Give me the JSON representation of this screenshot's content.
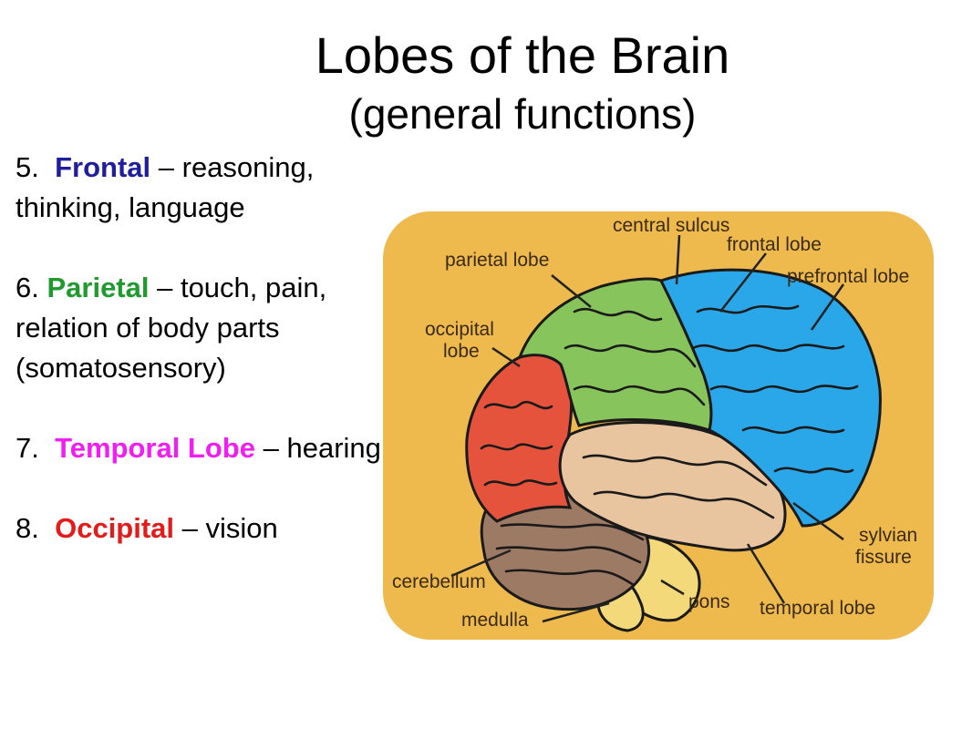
{
  "title": "Lobes of the Brain",
  "subtitle": "(general functions)",
  "items": [
    {
      "num": "5.  ",
      "term": "Frontal",
      "desc": " – reasoning, thinking, language",
      "color": "#1F1F9E"
    },
    {
      "num": "6. ",
      "term": "Parietal",
      "desc": " – touch, pain, relation of body parts (somatosensory)",
      "color": "#1E9A2E"
    },
    {
      "num": "7.  ",
      "term": "Temporal Lobe",
      "desc": " – hearing",
      "color": "#F21DF2"
    },
    {
      "num": "8.  ",
      "term": "Occipital",
      "desc": " – vision",
      "color": "#E31B1B"
    }
  ],
  "labels": {
    "central_sulcus": "central sulcus",
    "frontal_lobe": "frontal lobe",
    "parietal_lobe": "parietal lobe",
    "prefrontal_lobe": "prefrontal lobe",
    "occipital_lobe_line1": "occipital",
    "occipital_lobe_line2": "lobe",
    "sylvian_fissure_line1": "sylvian",
    "sylvian_fissure_line2": "fissure",
    "cerebellum": "cerebellum",
    "pons": "pons",
    "temporal_lobe": "temporal lobe",
    "medulla": "medulla"
  },
  "colors": {
    "panel": "#EEBA4D",
    "frontal": "#2AA7E8",
    "parietal": "#88C45C",
    "occipital": "#E5533D",
    "temporal": "#E8C49F",
    "cerebellum": "#9C7A64",
    "brainstem": "#F3D97A"
  }
}
